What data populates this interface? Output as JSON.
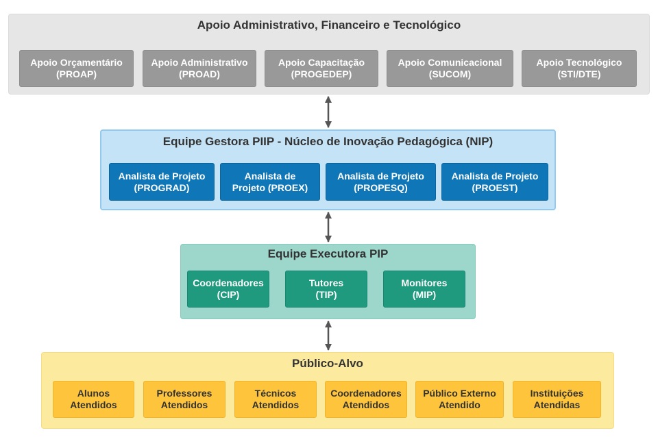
{
  "group_admin": {
    "title": "Apoio Administrativo, Financeiro e Tecnológico",
    "items": [
      {
        "line1": "Apoio Orçamentário",
        "line2": "(PROAP)"
      },
      {
        "line1": "Apoio Administrativo",
        "line2": "(PROAD)"
      },
      {
        "line1": "Apoio Capacitação",
        "line2": "(PROGEDEP)"
      },
      {
        "line1": "Apoio Comunicacional",
        "line2": "(SUCOM)"
      },
      {
        "line1": "Apoio Tecnológico",
        "line2": "(STI/DTE)"
      }
    ]
  },
  "group_gestora": {
    "title": "Equipe Gestora PIIP - Núcleo de Inovação Pedagógica (NIP)",
    "items": [
      {
        "line1": "Analista de Projeto",
        "line2": "(PROGRAD)"
      },
      {
        "line1": "Analista de",
        "line2": "Projeto (PROEX)"
      },
      {
        "line1": "Analista de Projeto",
        "line2": "(PROPESQ)"
      },
      {
        "line1": "Analista de Projeto",
        "line2": "(PROEST)"
      }
    ]
  },
  "group_executora": {
    "title": "Equipe Executora PIP",
    "items": [
      {
        "line1": "Coordenadores",
        "line2": "(CIP)"
      },
      {
        "line1": "Tutores",
        "line2": "(TIP)"
      },
      {
        "line1": "Monitores",
        "line2": "(MIP)"
      }
    ]
  },
  "group_publico": {
    "title": "Público-Alvo",
    "items": [
      {
        "line1": "Alunos",
        "line2": "Atendidos"
      },
      {
        "line1": "Professores",
        "line2": "Atendidos"
      },
      {
        "line1": "Técnicos",
        "line2": "Atendidos"
      },
      {
        "line1": "Coordenadores",
        "line2": "Atendidos"
      },
      {
        "line1": "Público Externo",
        "line2": "Atendido"
      },
      {
        "line1": "Instituições",
        "line2": "Atendidas"
      }
    ]
  },
  "colors": {
    "admin_box": "#999999",
    "gestora_box": "#0f77b8",
    "executora_box": "#1f9a7f",
    "publico_box": "#fec43c",
    "connector": "#555555"
  }
}
